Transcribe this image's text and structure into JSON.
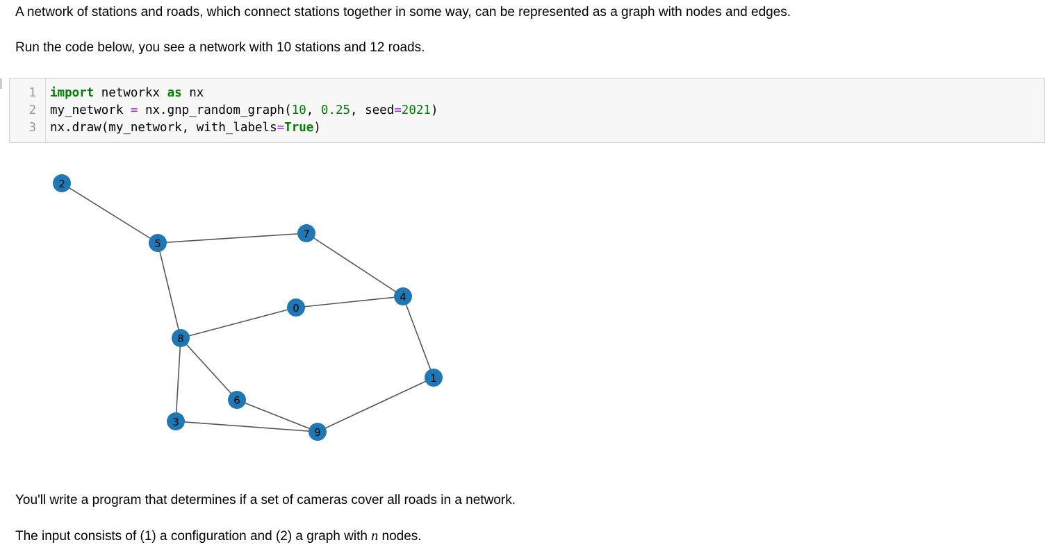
{
  "intro": {
    "paragraph1": "A network of stations and roads, which connect stations together in some way, can be represented as a graph with nodes and edges.",
    "paragraph2": "Run the code below, you see a network with 10 stations and 12 roads."
  },
  "code_cell": {
    "lines": [
      {
        "number": "1",
        "tokens": [
          {
            "text": "import",
            "kind": "kw"
          },
          {
            "text": " networkx ",
            "kind": "plain"
          },
          {
            "text": "as",
            "kind": "kw"
          },
          {
            "text": " nx",
            "kind": "plain"
          }
        ]
      },
      {
        "number": "2",
        "tokens": [
          {
            "text": "my_network ",
            "kind": "plain"
          },
          {
            "text": "=",
            "kind": "op"
          },
          {
            "text": " nx.gnp_random_graph(",
            "kind": "plain"
          },
          {
            "text": "10",
            "kind": "num"
          },
          {
            "text": ", ",
            "kind": "plain"
          },
          {
            "text": "0.25",
            "kind": "num"
          },
          {
            "text": ", seed",
            "kind": "plain"
          },
          {
            "text": "=",
            "kind": "op"
          },
          {
            "text": "2021",
            "kind": "num"
          },
          {
            "text": ")",
            "kind": "plain"
          }
        ]
      },
      {
        "number": "3",
        "tokens": [
          {
            "text": "nx.draw(my_network, with_labels",
            "kind": "plain"
          },
          {
            "text": "=",
            "kind": "op"
          },
          {
            "text": "True",
            "kind": "kw"
          },
          {
            "text": ")",
            "kind": "plain"
          }
        ]
      }
    ]
  },
  "graph": {
    "node_color": "#1f78b4",
    "edge_color": "#555555",
    "nodes": [
      "0",
      "1",
      "2",
      "3",
      "4",
      "5",
      "6",
      "7",
      "8",
      "9"
    ],
    "edges": [
      [
        "2",
        "5"
      ],
      [
        "5",
        "7"
      ],
      [
        "5",
        "8"
      ],
      [
        "7",
        "4"
      ],
      [
        "4",
        "0"
      ],
      [
        "4",
        "1"
      ],
      [
        "0",
        "8"
      ],
      [
        "8",
        "6"
      ],
      [
        "8",
        "3"
      ],
      [
        "6",
        "9"
      ],
      [
        "3",
        "9"
      ],
      [
        "1",
        "9"
      ]
    ]
  },
  "outro": {
    "paragraph3": "You'll write a program that determines if a set of cameras cover all roads in a network.",
    "paragraph4_before": "The input consists of (1) a configuration and (2) a graph with ",
    "paragraph4_math": "n",
    "paragraph4_after": " nodes."
  }
}
